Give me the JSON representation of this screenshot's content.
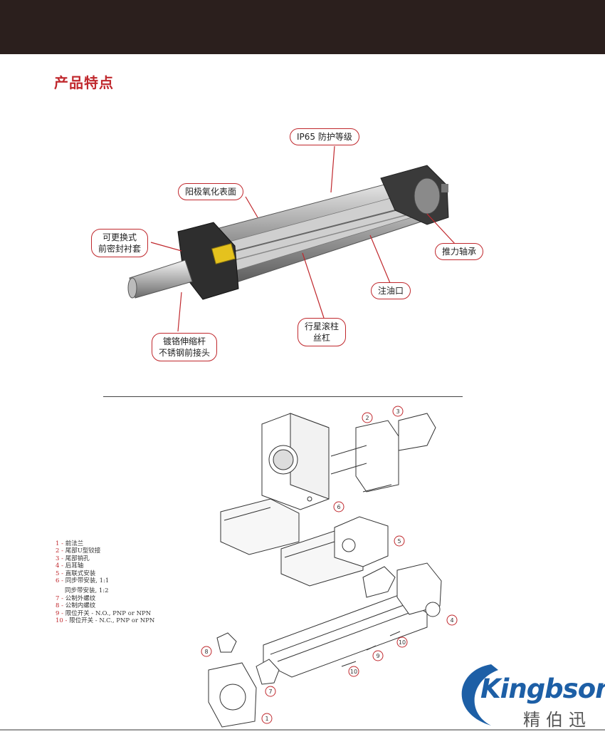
{
  "header": {
    "title": "产品特点"
  },
  "callouts": {
    "ip65": "IP65 防护等级",
    "anodized": "阳极氧化表面",
    "seal_line1": "可更换式",
    "seal_line2": "前密封衬套",
    "thrust_bearing": "推力轴承",
    "grease_port": "注油口",
    "screw_line1": "行星滚柱",
    "screw_line2": "丝杠",
    "rod_line1": "镀铬伸缩杆",
    "rod_line2": "不锈钢前接头"
  },
  "legend": [
    {
      "num": "1 -",
      "text": "前法兰"
    },
    {
      "num": "2 -",
      "text": "尾部U型铰接"
    },
    {
      "num": "3 -",
      "text": "尾部销孔"
    },
    {
      "num": "4 -",
      "text": "后耳轴"
    },
    {
      "num": "5 -",
      "text": "直联式安装"
    },
    {
      "num": "6 -",
      "text": "同步带安装, 1:1"
    },
    {
      "num": "",
      "text": "同步带安装, 1:2"
    },
    {
      "num": "7 -",
      "text": "公制外螺纹"
    },
    {
      "num": "8 -",
      "text": "公制内螺纹"
    },
    {
      "num": "9 -",
      "text": "限位开关 - N.O., PNP or NPN"
    },
    {
      "num": "10 -",
      "text": "限位开关 - N.C., PNP or NPN"
    }
  ],
  "diagram_labels": {
    "l1": "1",
    "l2": "2",
    "l3": "3",
    "l4": "4",
    "l5": "5",
    "l6": "6",
    "l7": "7",
    "l8": "8",
    "l9": "9",
    "l10a": "10",
    "l10b": "10"
  },
  "logo": {
    "name": "Kingbson",
    "cn": "精伯迅"
  },
  "colors": {
    "accent": "#c0282d",
    "header_bar": "#2b1f1d",
    "logo_blue": "#1d5fa6"
  }
}
